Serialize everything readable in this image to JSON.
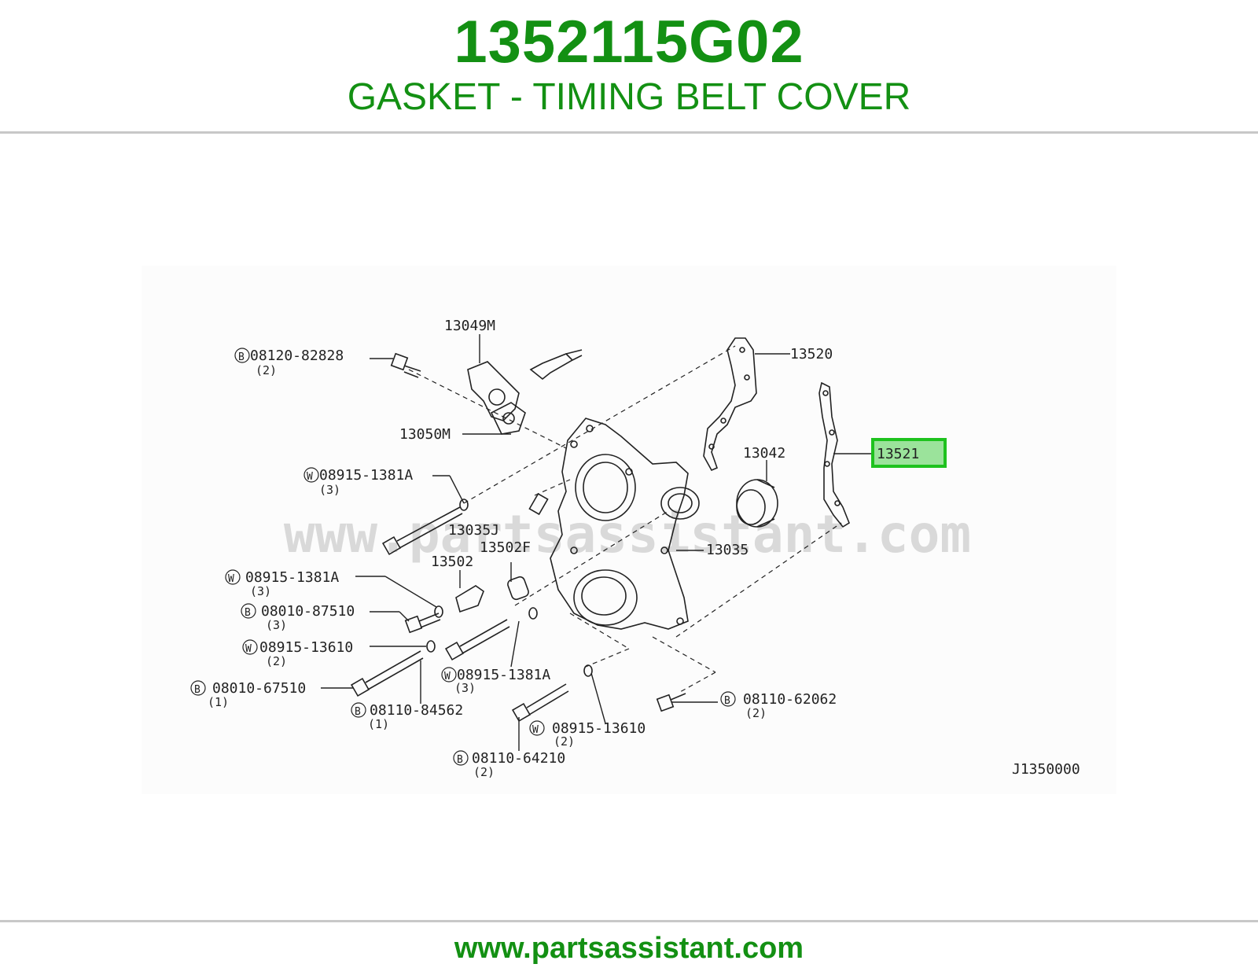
{
  "header": {
    "part_number": "1352115G02",
    "part_name": "GASKET - TIMING BELT COVER"
  },
  "diagram": {
    "watermark": "www.partsassistant.com",
    "diagram_code": "J1350000",
    "highlighted_part": "13521",
    "labels": {
      "p13049m": "13049M",
      "p13520": "13520",
      "p13521": "13521",
      "p13050m": "13050M",
      "p13042": "13042",
      "p13035j": "13035J",
      "p13502f": "13502F",
      "p13035": "13035",
      "p13502": "13502",
      "b08120": "08120-82828",
      "b08120_qty": "(2)",
      "w08915a_1": "08915-1381A",
      "w08915a_1_qty": "(3)",
      "w08915a_2": "08915-1381A",
      "w08915a_2_qty": "(3)",
      "b08010_87": "08010-87510",
      "b08010_87_qty": "(3)",
      "w08915_136_1": "08915-13610",
      "w08915_136_1_qty": "(2)",
      "w08915a_3": "08915-1381A",
      "w08915a_3_qty": "(3)",
      "b08010_67": "08010-67510",
      "b08010_67_qty": "(1)",
      "b08110_84": "08110-84562",
      "b08110_84_qty": "(1)",
      "b08110_62": "08110-62062",
      "b08110_62_qty": "(2)",
      "w08915_136_2": "08915-13610",
      "w08915_136_2_qty": "(2)",
      "b08110_64": "08110-64210",
      "b08110_64_qty": "(2)",
      "mark_b": "B",
      "mark_w": "W"
    }
  },
  "footer": {
    "url": "www.partsassistant.com"
  },
  "colors": {
    "brand_green": "#139013",
    "highlight_box": "#1ec21e",
    "highlight_fill": "#9be39b",
    "line_art": "#222222",
    "divider": "#c8c8c8"
  }
}
